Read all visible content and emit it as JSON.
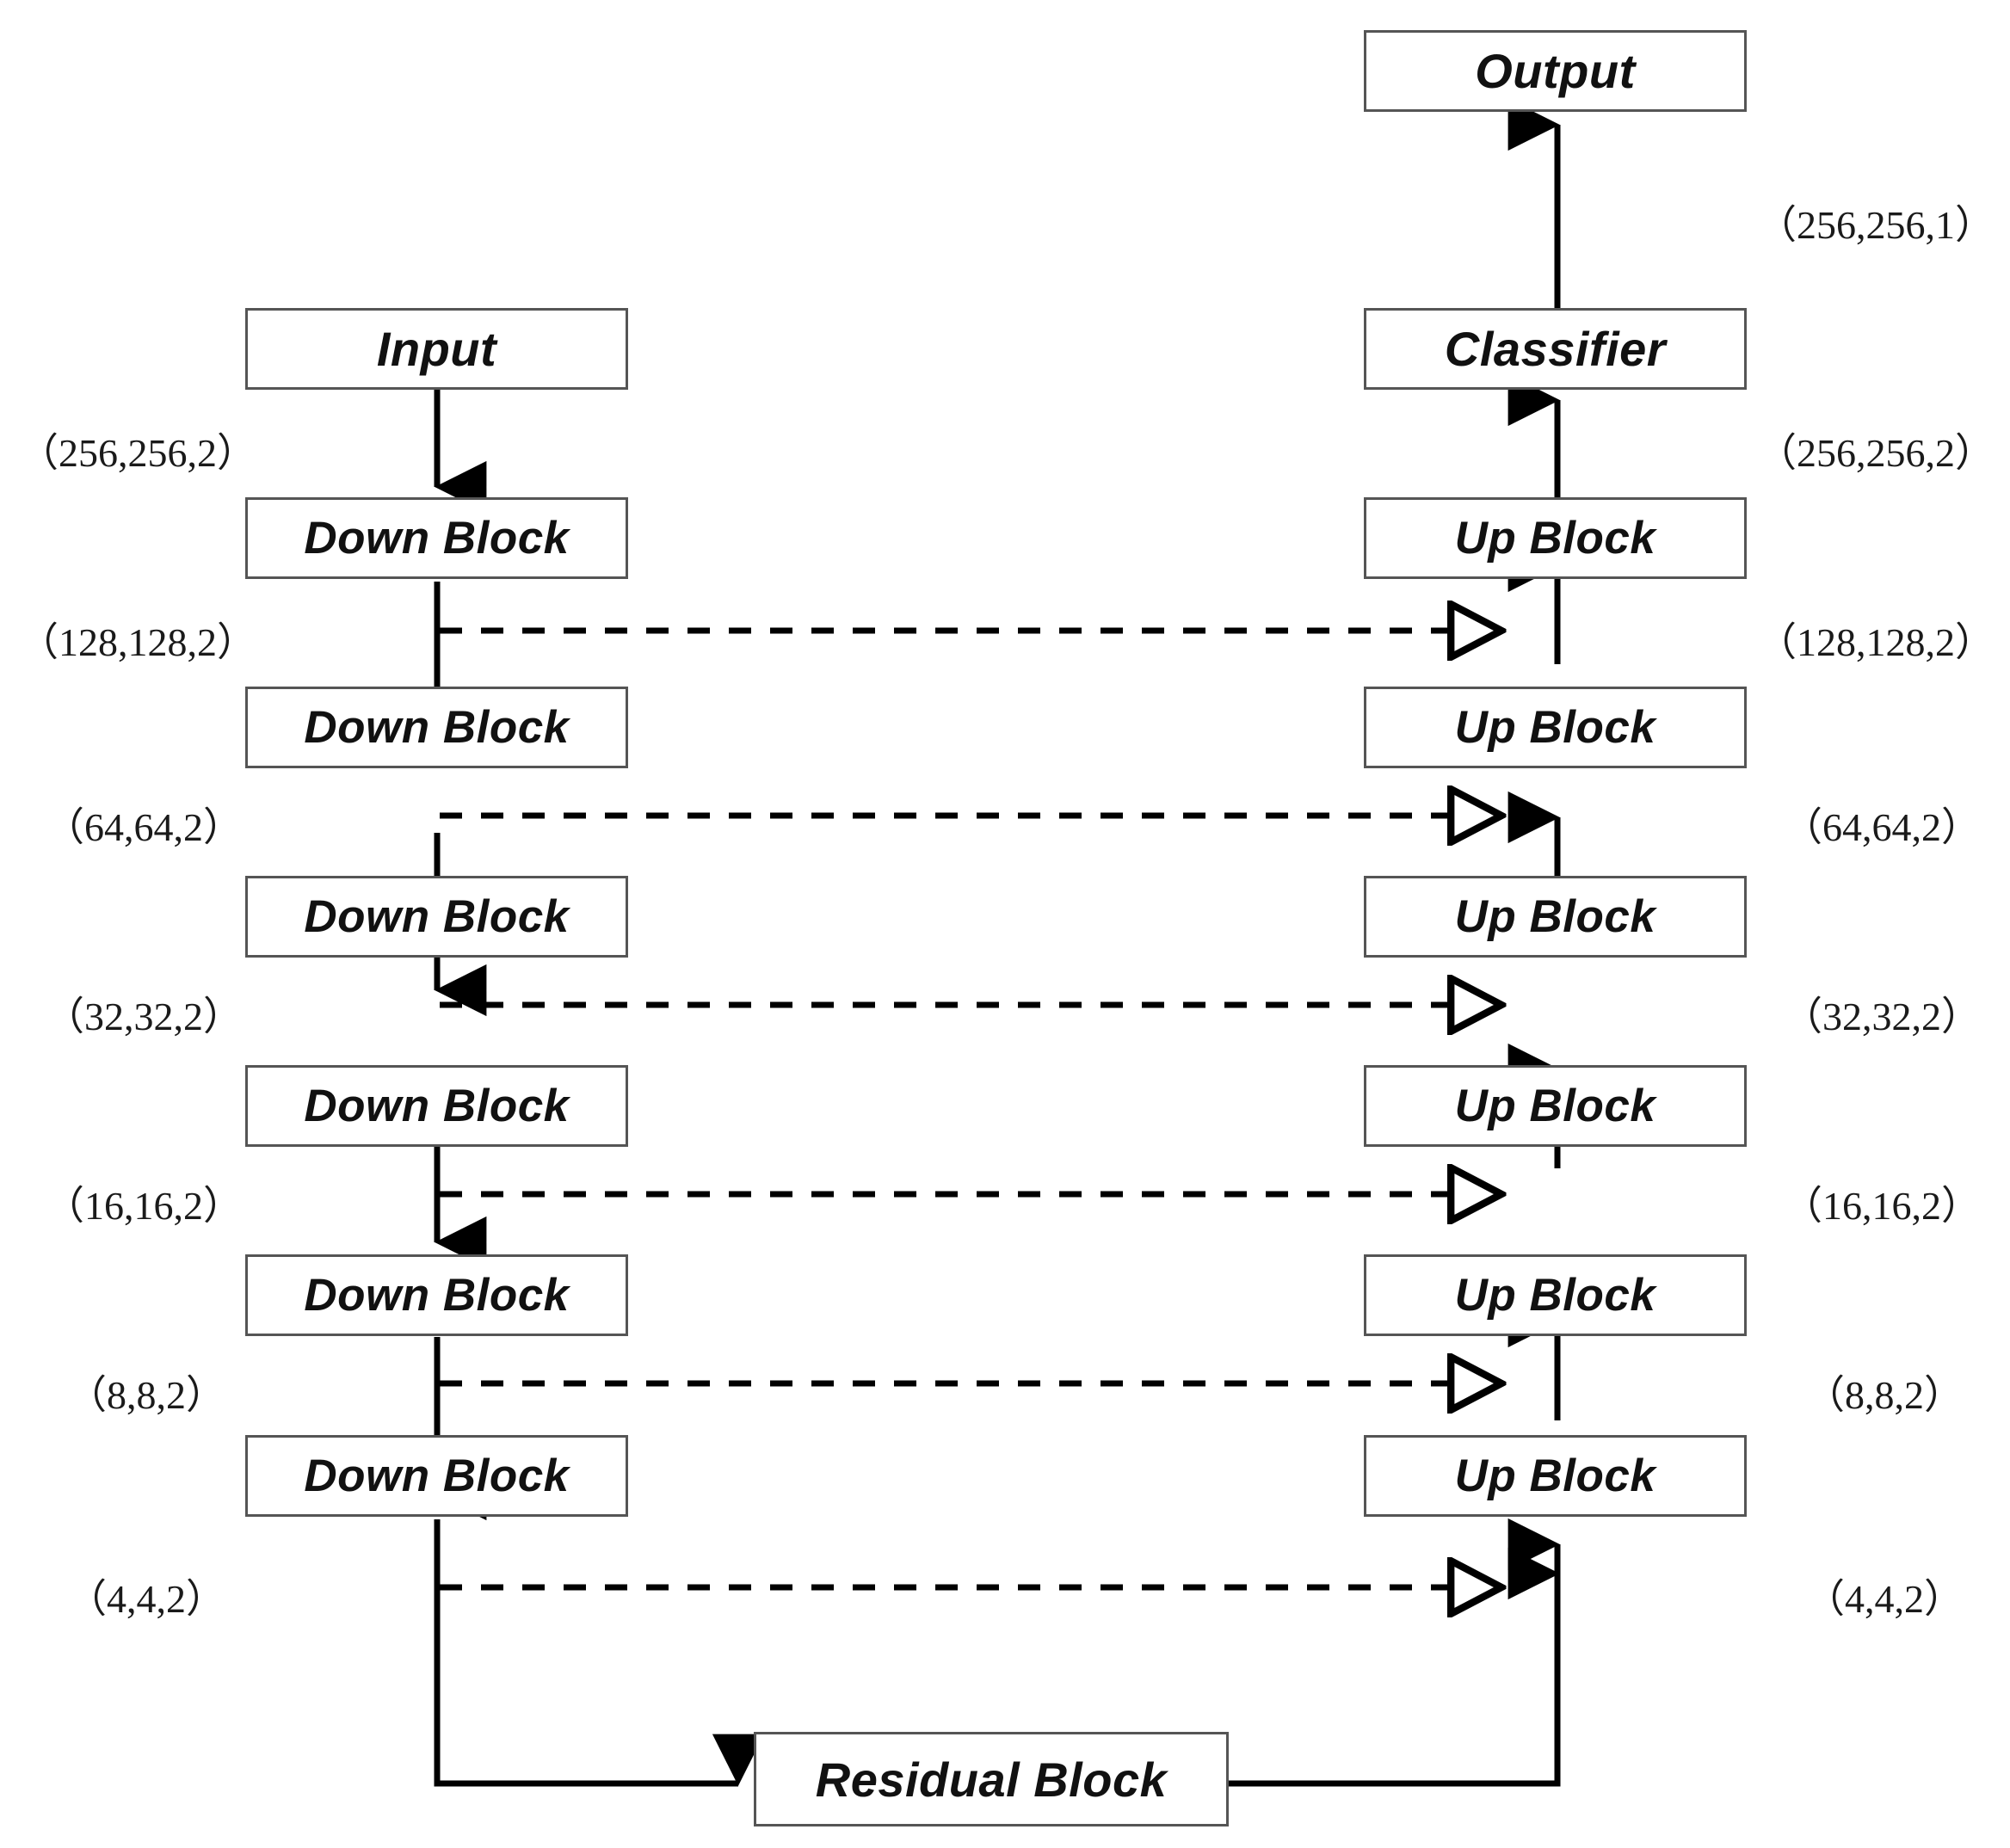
{
  "diagram": {
    "title": "U-Net style encoder-decoder architecture",
    "stroke_color": "#555555",
    "line_color": "#000000",
    "background": "#ffffff"
  },
  "nodes": {
    "input": {
      "label": "Input"
    },
    "output": {
      "label": "Output"
    },
    "classifier": {
      "label": "Classifier"
    },
    "residual": {
      "label": "Residual Block"
    },
    "down_blocks": [
      {
        "label": "Down Block"
      },
      {
        "label": "Down Block"
      },
      {
        "label": "Down Block"
      },
      {
        "label": "Down Block"
      },
      {
        "label": "Down Block"
      },
      {
        "label": "Down Block"
      }
    ],
    "up_blocks": [
      {
        "label": "Up Block"
      },
      {
        "label": "Up Block"
      },
      {
        "label": "Up Block"
      },
      {
        "label": "Up Block"
      },
      {
        "label": "Up Block"
      },
      {
        "label": "Up Block"
      }
    ]
  },
  "left_dims": [
    {
      "text": "（256,256,2）"
    },
    {
      "text": "（128,128,2）"
    },
    {
      "text": "（64,64,2）"
    },
    {
      "text": "（32,32,2）"
    },
    {
      "text": "（16,16,2）"
    },
    {
      "text": "（8,8,2）"
    },
    {
      "text": "（4,4,2）"
    }
  ],
  "right_dims": [
    {
      "text": "（256,256,1）"
    },
    {
      "text": "（256,256,2）"
    },
    {
      "text": "（128,128,2）"
    },
    {
      "text": "（64,64,2）"
    },
    {
      "text": "（32,32,2）"
    },
    {
      "text": "（16,16,2）"
    },
    {
      "text": "（8,8,2）"
    },
    {
      "text": "（4,4,2）"
    }
  ]
}
